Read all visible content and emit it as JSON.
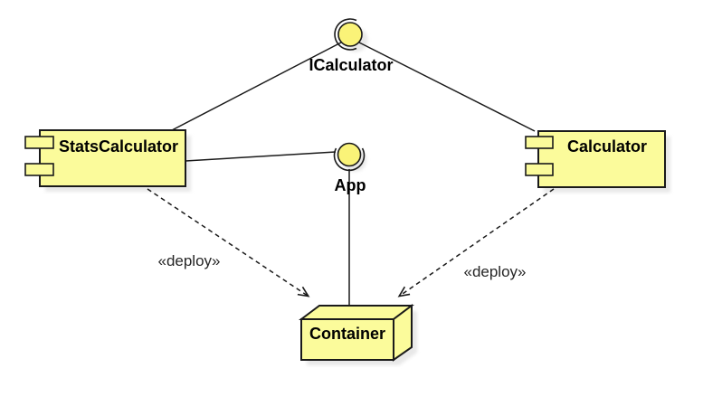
{
  "diagram": {
    "kind": "uml-component-deployment-diagram",
    "colors": {
      "background": "#ffffff",
      "node_fill": "#fbfb9b",
      "ball_fill": "#faf378",
      "border": "#1a1a1a",
      "shadow": "#e8e8e8",
      "label": "#000000",
      "edge_label": "#262626"
    },
    "interfaces": [
      {
        "label": "ICalculator",
        "notation": "ball-and-socket"
      },
      {
        "label": "App",
        "notation": "ball-and-socket"
      }
    ],
    "components": [
      {
        "label": "StatsCalculator"
      },
      {
        "label": "Calculator"
      }
    ],
    "nodes": [
      {
        "label": "Container",
        "notation": "3d-node-box"
      }
    ],
    "edges": [
      {
        "from": "StatsCalculator",
        "to": "ICalculator",
        "style": "solid"
      },
      {
        "from": "Calculator",
        "to": "ICalculator",
        "style": "solid"
      },
      {
        "from": "StatsCalculator",
        "to": "App",
        "style": "solid"
      },
      {
        "from": "App",
        "to": "Container",
        "style": "solid"
      },
      {
        "from": "StatsCalculator",
        "to": "Container",
        "style": "dashed-arrow",
        "label": "«deploy»"
      },
      {
        "from": "Calculator",
        "to": "Container",
        "style": "dashed-arrow",
        "label": "«deploy»"
      }
    ]
  }
}
